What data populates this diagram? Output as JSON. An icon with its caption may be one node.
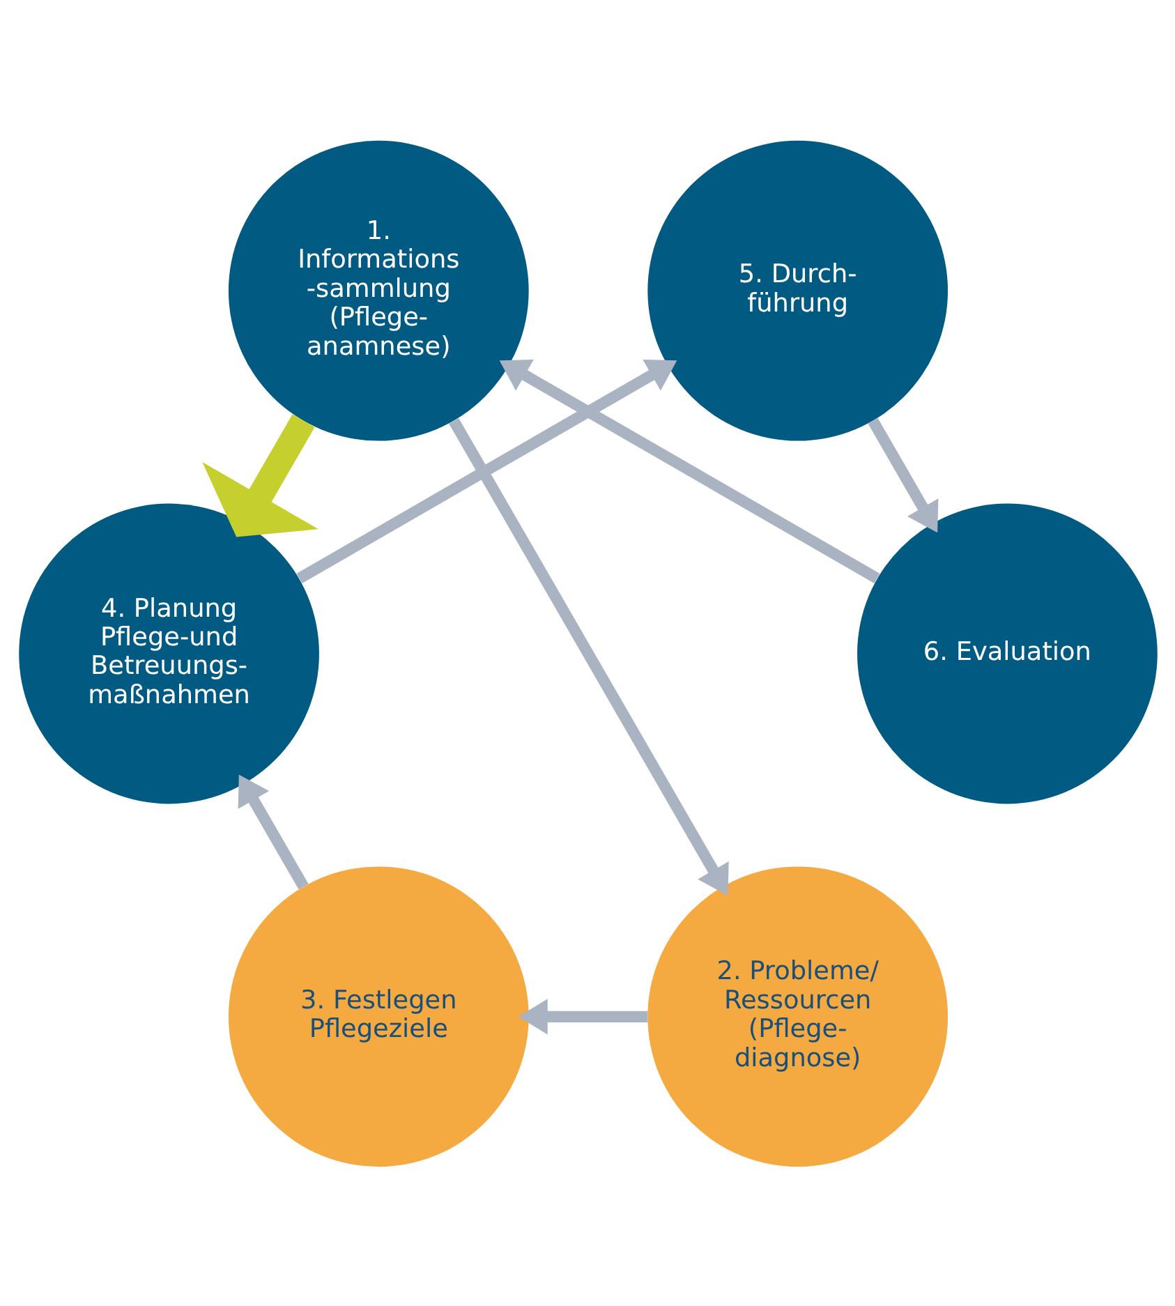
{
  "diagram": {
    "nodes": [
      {
        "text": [
          "1. Informations -sammlung (Pflege- anamnese)"
        ]
      },
      {
        "text": [
          "2. Probleme/ Ressourcen (Pflege- diagnose)"
        ]
      },
      {
        "text": [
          "3. Festlegen Pflegeziele"
        ]
      },
      {
        "text": [
          "4. Planung Pflege-und Betreuungs- maßnahmen"
        ]
      },
      {
        "text": [
          "5. Durch- führung"
        ]
      },
      {
        "text": [
          "6. Evaluation"
        ]
      }
    ],
    "edges": [
      {
        "from": 0,
        "to": 1,
        "arrow": "to"
      },
      {
        "from": 1,
        "to": 2,
        "arrow": "to"
      },
      {
        "from": 2,
        "to": 3,
        "arrow": "to"
      },
      {
        "from": 3,
        "to": 4,
        "arrow": "to"
      },
      {
        "from": 4,
        "to": 5,
        "arrow": "to"
      },
      {
        "from": 5,
        "to": 0,
        "arrow": "to"
      },
      {
        "from": 0,
        "to": 3,
        "arrow": "to",
        "style": "thick",
        "color": "#c5cf2d"
      }
    ]
  }
}
